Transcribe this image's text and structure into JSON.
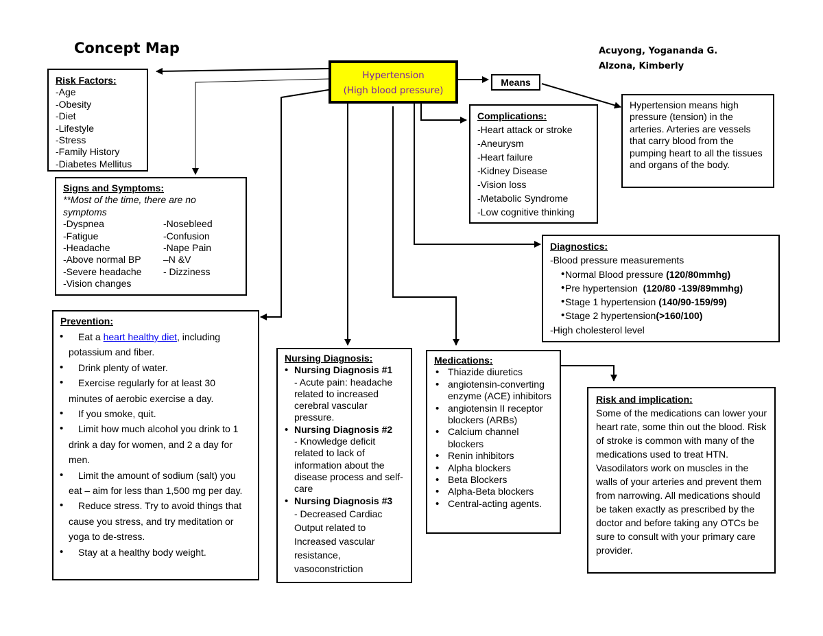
{
  "title": "Concept Map",
  "authors": [
    "Acuyong, Yogananda G.",
    "Alzona, Kimberly"
  ],
  "center": {
    "line1": "Hypertension",
    "line2": "(High blood pressure)"
  },
  "means": {
    "label": "Means",
    "definition": "Hypertension means high pressure (tension) in the arteries. Arteries are vessels that carry blood from the pumping heart to all the tissues and organs of the body."
  },
  "risk_factors": {
    "heading": "Risk Factors:",
    "items": [
      "-Age",
      "-Obesity",
      "-Diet",
      "-Lifestyle",
      "-Stress",
      "-Family History",
      "-Diabetes Mellitus"
    ]
  },
  "signs": {
    "heading": "Signs and Symptoms:",
    "note": "**Most of the time, there are no symptoms",
    "col1": [
      "-Dyspnea",
      "-Fatigue",
      "-Headache",
      "-Above normal BP",
      "-Severe headache",
      "-Vision changes"
    ],
    "col2": [
      "-Nosebleed",
      "-Confusion",
      "-Nape Pain",
      "–N &V",
      "- Dizziness"
    ]
  },
  "complications": {
    "heading": "Complications:",
    "items": [
      "-Heart attack or stroke",
      "-Aneurysm",
      "-Heart failure",
      "-Kidney Disease",
      "-Vision loss",
      "-Metabolic Syndrome",
      "-Low cognitive thinking"
    ]
  },
  "diagnostics": {
    "heading": "Diagnostics:",
    "intro": "-Blood pressure measurements",
    "items": [
      {
        "text": "Normal Blood pressure ",
        "value": "(120/80mmhg)"
      },
      {
        "text": "Pre hypertension  ",
        "value": "(120/80 -139/89mmhg)"
      },
      {
        "text": "Stage 1 hypertension ",
        "value": "(140/90-159/99)"
      },
      {
        "text": "Stage 2 hypertension",
        "value": "(>160/100)"
      }
    ],
    "outro": "-High cholesterol level"
  },
  "prevention": {
    "heading": "Prevention:",
    "first": {
      "before": "Eat a ",
      "link": "heart healthy diet",
      "after": ", including potassium and fiber."
    },
    "items": [
      "Drink plenty of water.",
      "Exercise regularly for at least 30 minutes of aerobic exercise a day.",
      "If you smoke, quit.",
      "Limit how much alcohol you drink to 1 drink a day for women, and 2 a day for men.",
      "Limit the amount of sodium (salt) you eat – aim for less than 1,500 mg per day.",
      "Reduce stress. Try to avoid things that cause you stress, and try meditation or yoga to de-stress.",
      "Stay at a healthy body weight."
    ]
  },
  "nursing": {
    "heading": "Nursing Diagnosis:",
    "items": [
      {
        "title": "Nursing Diagnosis #1",
        "text": "- Acute pain: headache related to increased cerebral vascular pressure."
      },
      {
        "title": "Nursing Diagnosis #2",
        "text": "- Knowledge deficit related to lack of information about the disease process and self-care"
      },
      {
        "title": "Nursing Diagnosis #3",
        "text": "- Decreased Cardiac Output related to Increased vascular resistance, vasoconstriction"
      }
    ]
  },
  "medications": {
    "heading": "Medications:",
    "items": [
      "Thiazide diuretics",
      "angiotensin-converting enzyme (ACE) inhibitors",
      "angiotensin II receptor blockers (ARBs)",
      "Calcium channel blockers",
      "Renin inhibitors",
      "Alpha blockers",
      "Beta Blockers",
      "Alpha-Beta blockers",
      "Central-acting agents."
    ]
  },
  "risk_implication": {
    "heading": "Risk and implication:",
    "text": "Some of the medications can lower your heart rate, some thin out the blood. Risk of stroke is common with many of the medications used to treat HTN. Vasodilators work on muscles in the walls of your arteries and prevent them from narrowing. All medications should be taken exactly as prescribed by the doctor and before taking any OTCs be sure to consult with your primary care provider."
  }
}
